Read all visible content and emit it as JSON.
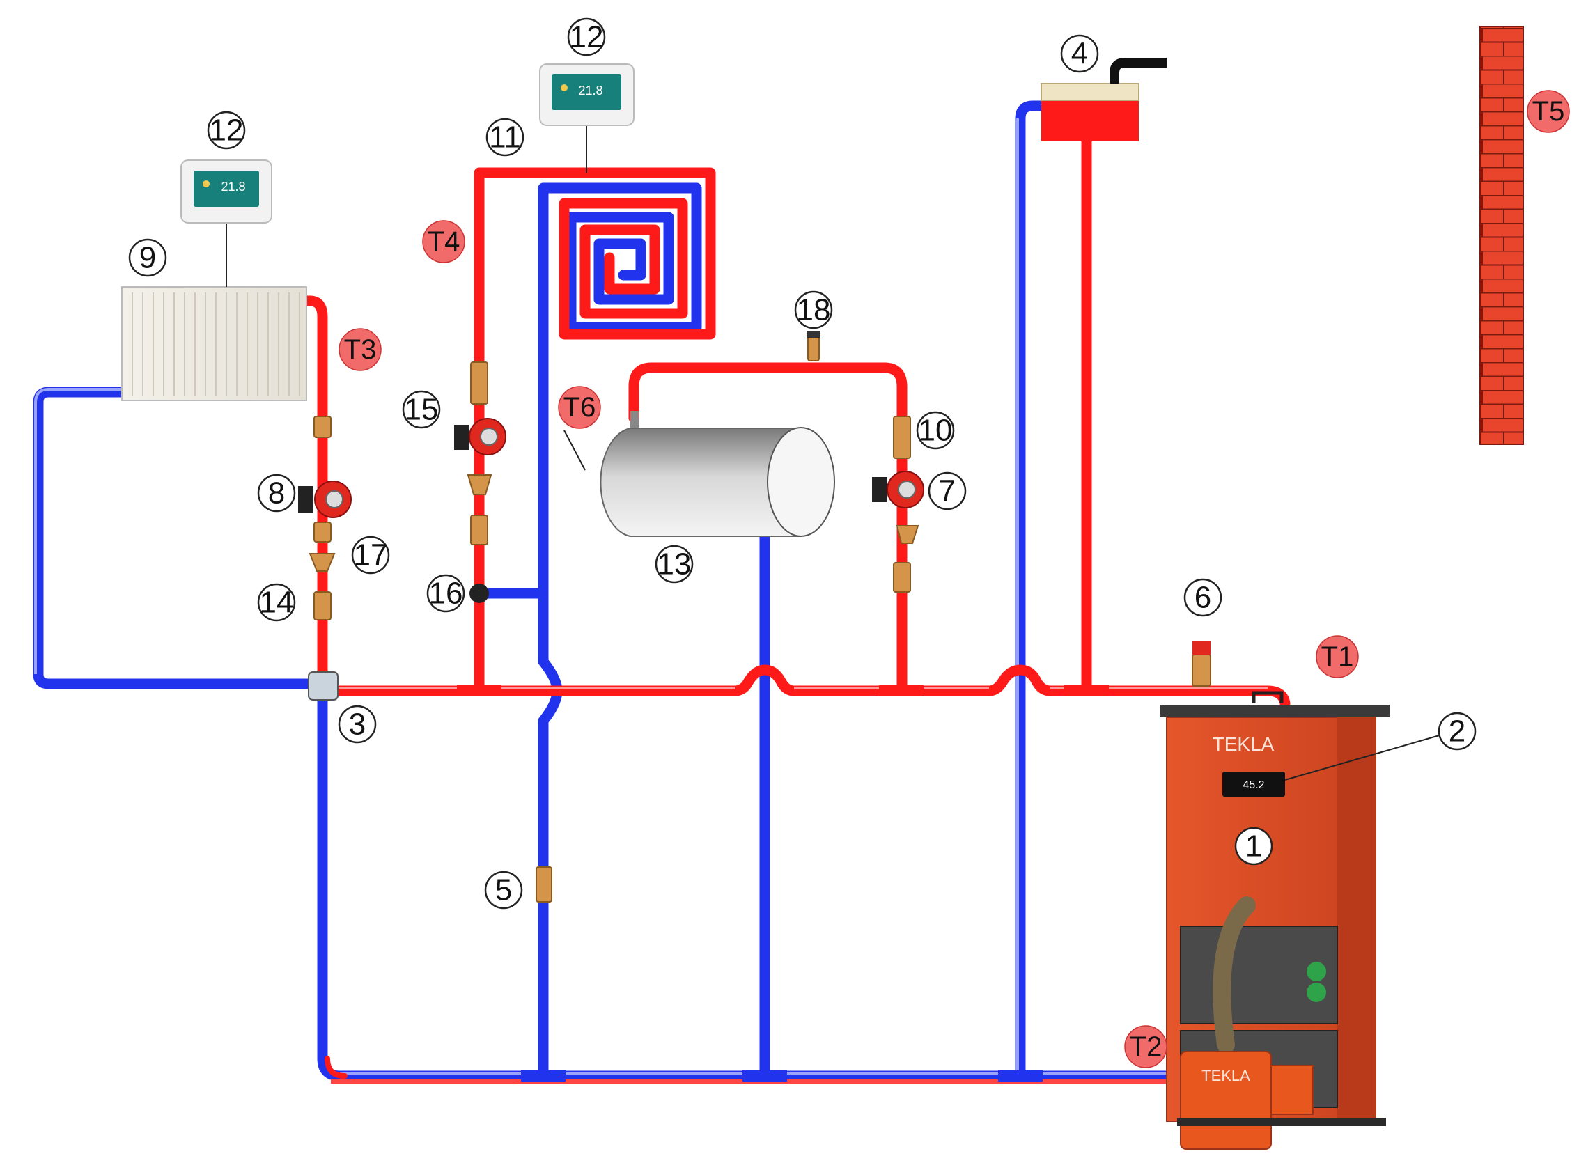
{
  "thermostat_readouts": [
    "21.8",
    "21.8"
  ],
  "boiler": {
    "brand": "TEKLA",
    "burner_brand": "TEKLA",
    "controller_readout": "45.2"
  },
  "labels": {
    "n1": "1",
    "n2": "2",
    "n3": "3",
    "n4": "4",
    "n5": "5",
    "n6": "6",
    "n7": "7",
    "n8": "8",
    "n9": "9",
    "n10": "10",
    "n11": "11",
    "n12a": "12",
    "n12b": "12",
    "n13": "13",
    "n14": "14",
    "n15": "15",
    "n16": "16",
    "n17": "17",
    "n18": "18"
  },
  "sensors": {
    "t1": "T1",
    "t2": "T2",
    "t3": "T3",
    "t4": "T4",
    "t5": "T5",
    "t6": "T6"
  },
  "colors": {
    "supply": "#ff1a1a",
    "return": "#2233ee",
    "boiler": "#e0502a",
    "brick": "#e8452c",
    "tank": "#d0d0d0"
  }
}
